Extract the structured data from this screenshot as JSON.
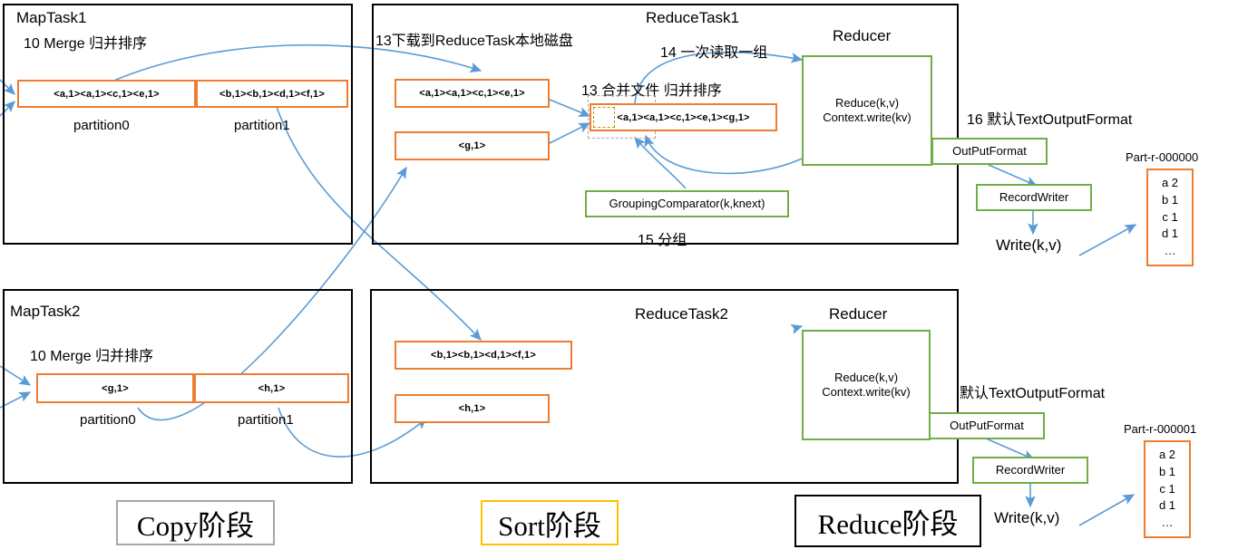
{
  "diagram": {
    "title": "MapReduce Copy / Sort / Reduce phase diagram",
    "colors": {
      "orange": "#ED7D31",
      "green": "#70AD47",
      "black": "#000000",
      "arrow_blue": "#5B9BD5",
      "gray": "#A6A6A6",
      "gold": "#FFC000"
    }
  },
  "map_task_1": {
    "title": "MapTask1",
    "merge_label": "10 Merge 归并排序",
    "partition0": {
      "content": "<a,1><a,1><c,1><e,1>",
      "label": "partition0"
    },
    "partition1": {
      "content": "<b,1><b,1><d,1><f,1>",
      "label": "partition1"
    }
  },
  "map_task_2": {
    "title": "MapTask2",
    "merge_label": "10 Merge 归并排序",
    "partition0": {
      "content": "<g,1>",
      "label": "partition0"
    },
    "partition1": {
      "content": "<h,1>",
      "label": "partition1"
    }
  },
  "reduce_task_1": {
    "title": "ReduceTask1",
    "download_label": "13下载到ReduceTask本地磁盘",
    "read_group_label": "14 一次读取一组",
    "merge_files_label": "13 合并文件 归并排序",
    "grouping_label": "15 分组",
    "inputs": [
      {
        "content": "<a,1><a,1><c,1><e,1>"
      },
      {
        "content": "<g,1>"
      }
    ],
    "merged": {
      "content": "<a,1><a,1><c,1><e,1><g,1>"
    },
    "grouping_comparator": "GroupingComparator(k,knext)",
    "reducer": {
      "title": "Reducer",
      "body_line1": "Reduce(k,v)",
      "body_line2": "Context.write(kv)"
    },
    "output": {
      "format_label": "16 默认TextOutputFormat",
      "outputformat": "OutPutFormat",
      "recordwriter": "RecordWriter",
      "write": "Write(k,v)",
      "part_name": "Part-r-000000",
      "part_rows": [
        "a 2",
        "b 1",
        "c 1",
        "d 1",
        "…"
      ]
    }
  },
  "reduce_task_2": {
    "title": "ReduceTask2",
    "inputs": [
      {
        "content": "<b,1><b,1><d,1><f,1>"
      },
      {
        "content": "<h,1>"
      }
    ],
    "reducer": {
      "title": "Reducer",
      "body_line1": "Reduce(k,v)",
      "body_line2": "Context.write(kv)"
    },
    "output": {
      "format_label": "默认TextOutputFormat",
      "outputformat": "OutPutFormat",
      "recordwriter": "RecordWriter",
      "write": "Write(k,v)",
      "part_name": "Part-r-000001",
      "part_rows": [
        "a 2",
        "b 1",
        "c 1",
        "d 1",
        "…"
      ]
    }
  },
  "phases": {
    "copy": "Copy阶段",
    "sort": "Sort阶段",
    "reduce": "Reduce阶段"
  }
}
